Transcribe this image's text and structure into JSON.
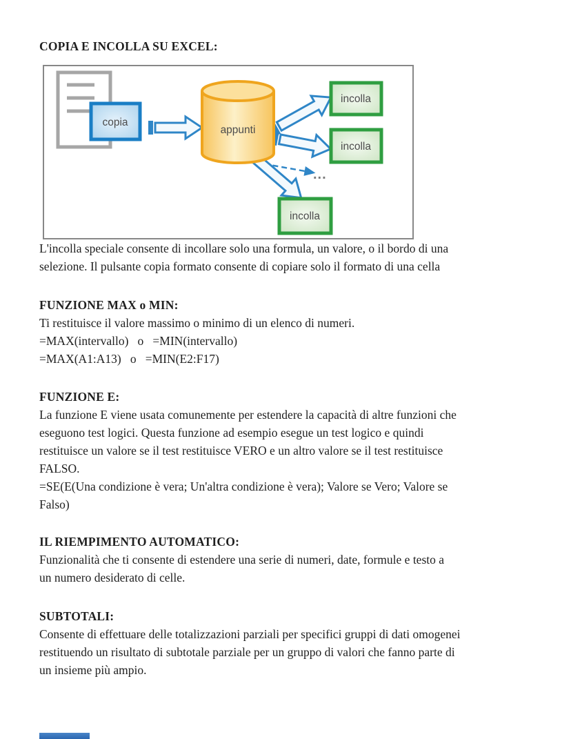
{
  "document": {
    "main_heading": "COPIA E INCOLLA SU EXCEL:",
    "intro_paragraph": "L'incolla speciale consente di incollare solo una formula, un valore, o il bordo di una\nselezione. Il pulsante copia formato consente di copiare solo il formato di una cella",
    "max_min": {
      "heading": "FUNZIONE MAX o MIN:",
      "description": "Ti restituisce il valore massimo o minimo di un elenco di numeri.",
      "formula_generic": "=MAX(intervallo)   o   =MIN(intervallo)",
      "formula_example": "=MAX(A1:A13)   o   =MIN(E2:F17)"
    },
    "funzione_e": {
      "heading": "FUNZIONE E:",
      "description": "La funzione E viene usata comunemente per estendere la capacità di altre funzioni che\neseguono test logici. Questa funzione ad esempio esegue un test logico e quindi\nrestituisce un valore se il test restituisce VERO e un altro valore se il test restituisce\nFALSO.",
      "formula": "=SE(E(Una condizione è vera; Un'altra condizione è vera); Valore se Vero; Valore se\nFalso)"
    },
    "riempimento": {
      "heading": "IL RIEMPIMENTO AUTOMATICO:",
      "description": "Funzionalità che ti consente di estendere una serie di numeri, date, formule e testo a\nun numero desiderato di celle."
    },
    "subtotali": {
      "heading": "SUBTOTALI:",
      "description": "Consente di effettuare delle totalizzazioni parziali per specifici gruppi di dati omogenei\nrestituendo un risultato di subtotale parziale per un gruppo di valori che fanno parte di\nun insieme più ampio."
    }
  },
  "diagram": {
    "copia_label": "copia",
    "appunti_label": "appunti",
    "incolla_label_1": "incolla",
    "incolla_label_2": "incolla",
    "incolla_label_3": "incolla",
    "ellipsis": "...",
    "colors": {
      "copy_border": "#1a7ec5",
      "copy_fill_center": "#e6f2fb",
      "copy_fill_edge": "#a6d0ec",
      "clipboard_border": "#efa51e",
      "clipboard_fill_light": "#fdf0c8",
      "clipboard_fill_dark": "#f7c45d",
      "paste_border": "#2f9e41",
      "paste_fill_center": "#f3f9f0",
      "paste_fill_edge": "#c9e3bf",
      "arrow_stroke": "#2f86c7",
      "arrow_fill": "#f3f9fd",
      "document_gray": "#a6a6a6",
      "figure_border": "#878787"
    }
  }
}
